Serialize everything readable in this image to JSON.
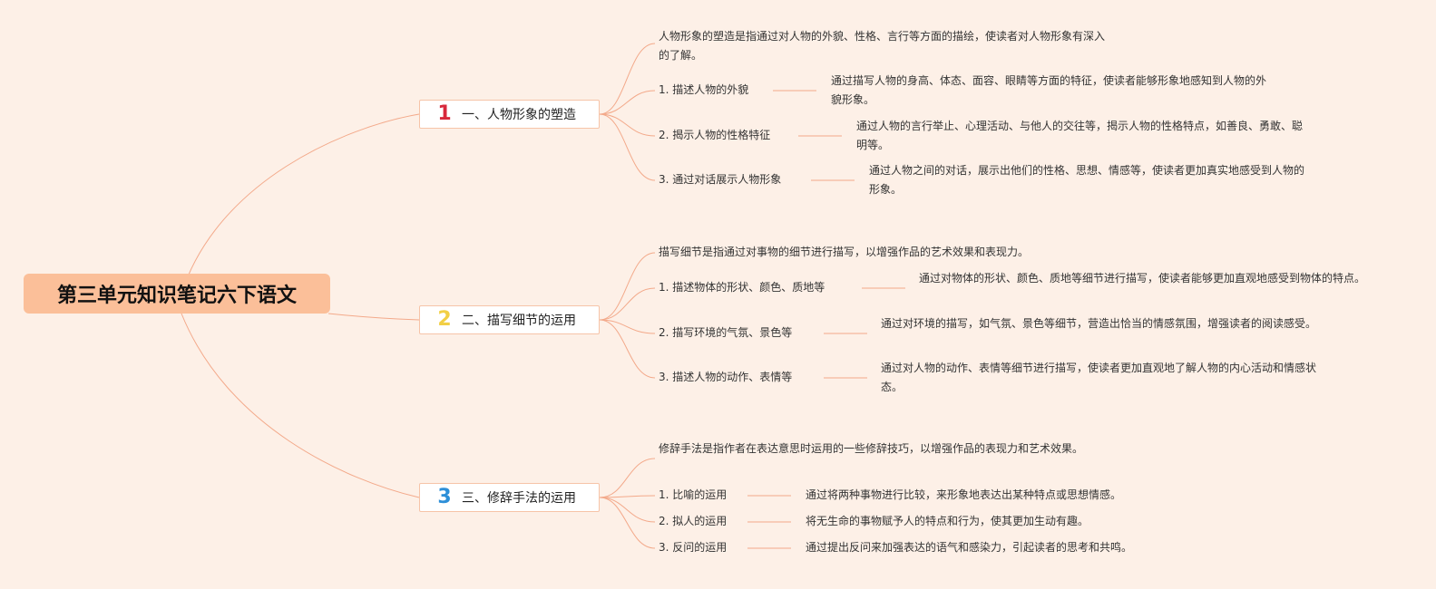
{
  "root": {
    "title": "第三单元知识笔记六下语文"
  },
  "colors": {
    "line": "#f3a98a",
    "n1": "#d8283b",
    "n2": "#f2cf45",
    "n3": "#2d8fd8"
  },
  "branches": [
    {
      "number": "1",
      "title": "一、人物形象的塑造",
      "description": "人物形象的塑造是指通过对人物的外貌、性格、言行等方面的描绘，使读者对人物形象有深入的了解。",
      "items": [
        {
          "label": "1. 描述人物的外貌",
          "detail": "通过描写人物的身高、体态、面容、眼睛等方面的特征，使读者能够形象地感知到人物的外貌形象。"
        },
        {
          "label": "2. 揭示人物的性格特征",
          "detail": "通过人物的言行举止、心理活动、与他人的交往等，揭示人物的性格特点，如善良、勇敢、聪明等。"
        },
        {
          "label": "3. 通过对话展示人物形象",
          "detail": "通过人物之间的对话，展示出他们的性格、思想、情感等，使读者更加真实地感受到人物的形象。"
        }
      ]
    },
    {
      "number": "2",
      "title": "二、描写细节的运用",
      "description": "描写细节是指通过对事物的细节进行描写，以增强作品的艺术效果和表现力。",
      "items": [
        {
          "label": "1. 描述物体的形状、颜色、质地等",
          "detail": "通过对物体的形状、颜色、质地等细节进行描写，使读者能够更加直观地感受到物体的特点。"
        },
        {
          "label": "2. 描写环境的气氛、景色等",
          "detail": "通过对环境的描写，如气氛、景色等细节，营造出恰当的情感氛围，增强读者的阅读感受。"
        },
        {
          "label": "3. 描述人物的动作、表情等",
          "detail": "通过对人物的动作、表情等细节进行描写，使读者更加直观地了解人物的内心活动和情感状态。"
        }
      ]
    },
    {
      "number": "3",
      "title": "三、修辞手法的运用",
      "description": "修辞手法是指作者在表达意思时运用的一些修辞技巧，以增强作品的表现力和艺术效果。",
      "items": [
        {
          "label": "1. 比喻的运用",
          "detail": "通过将两种事物进行比较，来形象地表达出某种特点或思想情感。"
        },
        {
          "label": "2. 拟人的运用",
          "detail": "将无生命的事物赋予人的特点和行为，使其更加生动有趣。"
        },
        {
          "label": "3. 反问的运用",
          "detail": "通过提出反问来加强表达的语气和感染力，引起读者的思考和共鸣。"
        }
      ]
    }
  ]
}
